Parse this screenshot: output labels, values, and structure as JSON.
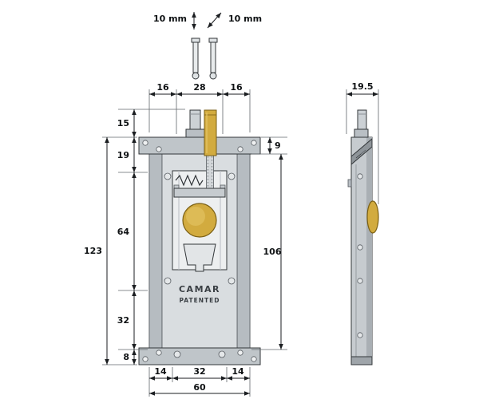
{
  "annotations": {
    "vertical_travel": "10 mm",
    "diagonal_travel": "10 mm"
  },
  "front_view": {
    "brand": "CAMAR",
    "patented": "PATENTED",
    "dims": {
      "top_left": "16",
      "top_center": "28",
      "top_right": "16",
      "left_post": "15",
      "left_seg1": "19",
      "left_seg2": "64",
      "left_seg3": "32",
      "left_seg4": "8",
      "left_total": "123",
      "right_top": "9",
      "right_main": "106",
      "bottom_left": "14",
      "bottom_center": "32",
      "bottom_right": "14",
      "bottom_total": "60"
    }
  },
  "side_view": {
    "dims": {
      "depth": "19.5"
    }
  },
  "colors": {
    "brass": "#d2ab3f",
    "brass_light": "#e6c96a",
    "metal": "#ccd1d5",
    "metal_dark": "#a9afb4",
    "line": "#1b1e21"
  }
}
